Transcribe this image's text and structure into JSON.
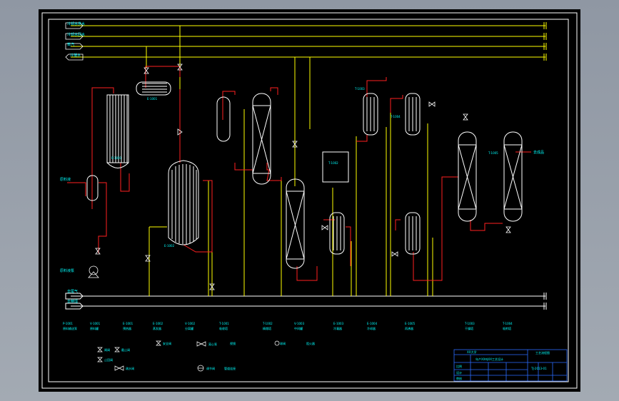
{
  "colors": {
    "background": "#000000",
    "frame": "#ffffff",
    "utility_line": "#ffff00",
    "process_line": "#ff2020",
    "equipment": "#ffffff",
    "label": "#00ffff",
    "valve": "#ffffff",
    "title_block": "#2b6cff"
  },
  "header_lines": [
    {
      "label": "冷却水供水"
    },
    {
      "label": "冷却水回水"
    },
    {
      "label": "蒸汽"
    },
    {
      "label": "冷凝水"
    }
  ],
  "bottom_lines": [
    {
      "label": "去尾气"
    },
    {
      "label": "去精馏"
    }
  ],
  "side_labels": {
    "feed_in": "原料液",
    "pump_in": "原料液泵",
    "product_out": "去成品"
  },
  "tags": {
    "condenser_top": "E-1001",
    "evaporator": "E-1002",
    "reboiler": "R-1001",
    "tank_box": "T-1002",
    "tank_a": "T-1003",
    "tank_b": "T-1004",
    "tower_pair": "T-1005"
  },
  "equipment_legend": [
    {
      "tag": "P-1001",
      "name": "原料输送泵"
    },
    {
      "tag": "V-1001",
      "name": "原料罐"
    },
    {
      "tag": "E-1001",
      "name": "预热器"
    },
    {
      "tag": "E-1002",
      "name": "蒸发器"
    },
    {
      "tag": "V-1002",
      "name": "分离罐"
    },
    {
      "tag": "T-1001",
      "name": "吸收塔"
    },
    {
      "tag": "T-1002",
      "name": "精馏塔"
    },
    {
      "tag": "V-1003",
      "name": "中间罐"
    },
    {
      "tag": "E-1003",
      "name": "冷凝器"
    },
    {
      "tag": "E-1004",
      "name": "冷却器"
    },
    {
      "tag": "E-1005",
      "name": "再沸器"
    },
    {
      "tag": "T-1003",
      "name": "干燥塔"
    },
    {
      "tag": "T-1004",
      "name": "吸附塔"
    }
  ],
  "symbol_legend": [
    {
      "name": "闸阀"
    },
    {
      "name": "截止阀"
    },
    {
      "name": "止回阀"
    },
    {
      "name": "疏水阀"
    },
    {
      "name": "安全阀"
    },
    {
      "name": "离心泵"
    },
    {
      "name": "调节阀"
    },
    {
      "name": "管道连接"
    },
    {
      "name": "球阀"
    },
    {
      "name": "视镜"
    },
    {
      "name": "阻火器"
    }
  ],
  "title_block": {
    "school": "XX大学",
    "drawing_title": "工艺流程图",
    "project": "年产XX吨XX工艺设计",
    "scale": "比例",
    "drawn_by": "设计",
    "checked_by": "审核",
    "drawing_no": "TJ-2013-01"
  }
}
